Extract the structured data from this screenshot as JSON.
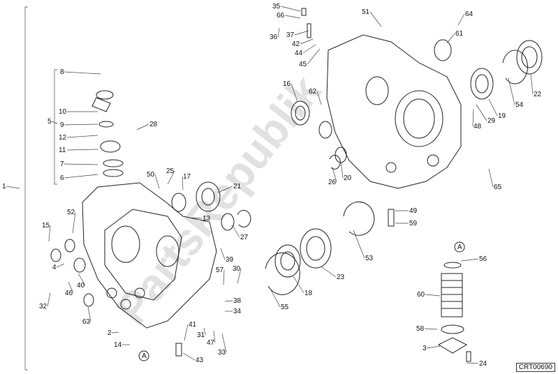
{
  "diagram_code": "CRT00690",
  "watermark": "PartsRepublik",
  "callouts": [
    "1",
    "2",
    "3",
    "4",
    "5",
    "6",
    "7",
    "8",
    "9",
    "10",
    "11",
    "12",
    "13",
    "14",
    "15",
    "16",
    "17",
    "18",
    "19",
    "20",
    "21",
    "22",
    "23",
    "24",
    "25",
    "26",
    "27",
    "28",
    "29",
    "30",
    "31",
    "32",
    "33",
    "34",
    "35",
    "36",
    "37",
    "38",
    "39",
    "40",
    "41",
    "42",
    "43",
    "44",
    "45",
    "46",
    "47",
    "48",
    "49",
    "50",
    "51",
    "52",
    "53",
    "54",
    "55",
    "56",
    "57",
    "58",
    "59",
    "60",
    "61",
    "62",
    "63",
    "64",
    "65",
    "66"
  ],
  "view_marker": "A"
}
